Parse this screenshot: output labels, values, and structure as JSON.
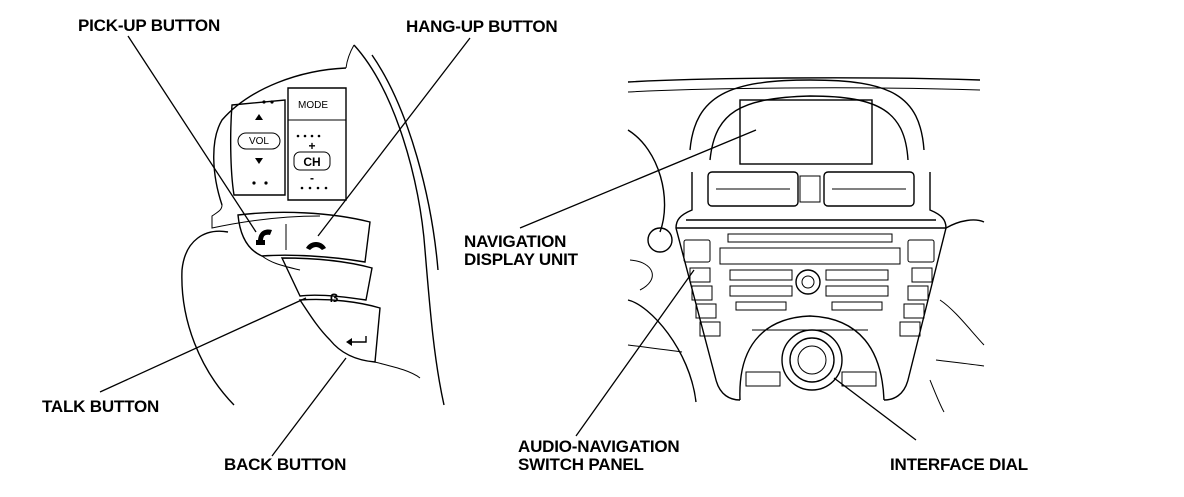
{
  "callouts": {
    "pickup": "PICK-UP BUTTON",
    "hangup": "HANG-UP BUTTON",
    "talk": "TALK BUTTON",
    "back": "BACK BUTTON",
    "nav_display_1": "NAVIGATION",
    "nav_display_2": "DISPLAY UNIT",
    "audio_nav_1": "AUDIO-NAVIGATION",
    "audio_nav_2": "SWITCH PANEL",
    "interface_dial": "INTERFACE DIAL"
  },
  "steering_buttons": {
    "mode": "MODE",
    "vol": "VOL",
    "ch": "CH",
    "plus": "+",
    "minus": "-"
  }
}
